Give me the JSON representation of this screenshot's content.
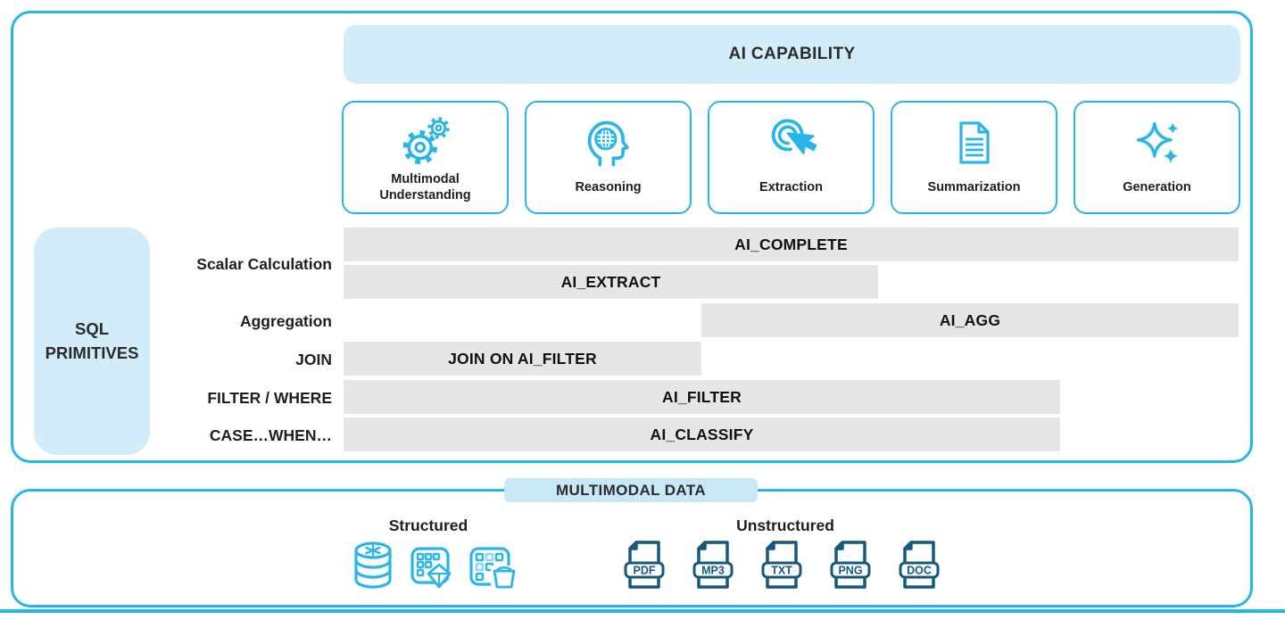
{
  "colors": {
    "accent": "#29B5E8",
    "panel_fill": "#D3ECF9",
    "badge_fill": "#C9E8F7",
    "bar_fill": "#E6E6E6",
    "file_icon_navy": "#15577F",
    "text": "#1F1F1F"
  },
  "ai_capability": {
    "title": "AI CAPABILITY",
    "cards": [
      {
        "label": "Multimodal Understanding",
        "icon": "gears-icon"
      },
      {
        "label": "Reasoning",
        "icon": "head-globe-icon"
      },
      {
        "label": "Extraction",
        "icon": "cursor-click-icon"
      },
      {
        "label": "Summarization",
        "icon": "document-lines-icon"
      },
      {
        "label": "Generation",
        "icon": "sparkles-icon"
      }
    ]
  },
  "sql_primitives": {
    "title": "SQL PRIMITIVES",
    "row_labels": [
      "Scalar Calculation",
      "Aggregation",
      "JOIN",
      "FILTER / WHERE",
      "CASE…WHEN…"
    ]
  },
  "functions": [
    {
      "name": "AI_COMPLETE"
    },
    {
      "name": "AI_EXTRACT"
    },
    {
      "name": "AI_AGG"
    },
    {
      "name": "JOIN ON AI_FILTER"
    },
    {
      "name": "AI_FILTER"
    },
    {
      "name": "AI_CLASSIFY"
    }
  ],
  "multimodal_data": {
    "badge": "MULTIMODAL DATA",
    "structured": {
      "label": "Structured",
      "icons": [
        "snowflake-database-icon",
        "iceberg-table-icon",
        "table-bucket-icon"
      ]
    },
    "unstructured": {
      "label": "Unstructured",
      "file_types": [
        "PDF",
        "MP3",
        "TXT",
        "PNG",
        "DOC"
      ]
    }
  }
}
